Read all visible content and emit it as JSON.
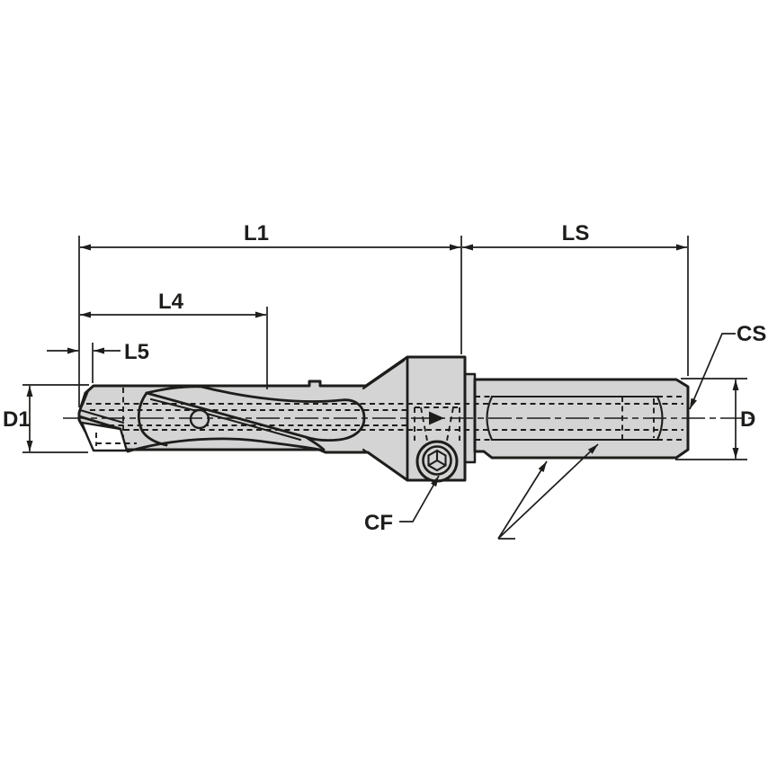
{
  "drawing": {
    "kind": "engineering-dimension-drawing",
    "subject": "modular indexable drill with clamping collar, set screw and flatted shank (side view)",
    "colors": {
      "line": "#1d1d1b",
      "body_fill": "#d4d4d4",
      "background": "#ffffff"
    },
    "labels": {
      "l1": "L1",
      "l4": "L4",
      "l5": "L5",
      "ls": "LS",
      "d1": "D1",
      "d": "D",
      "cs": "CS",
      "cf": "CF"
    }
  }
}
